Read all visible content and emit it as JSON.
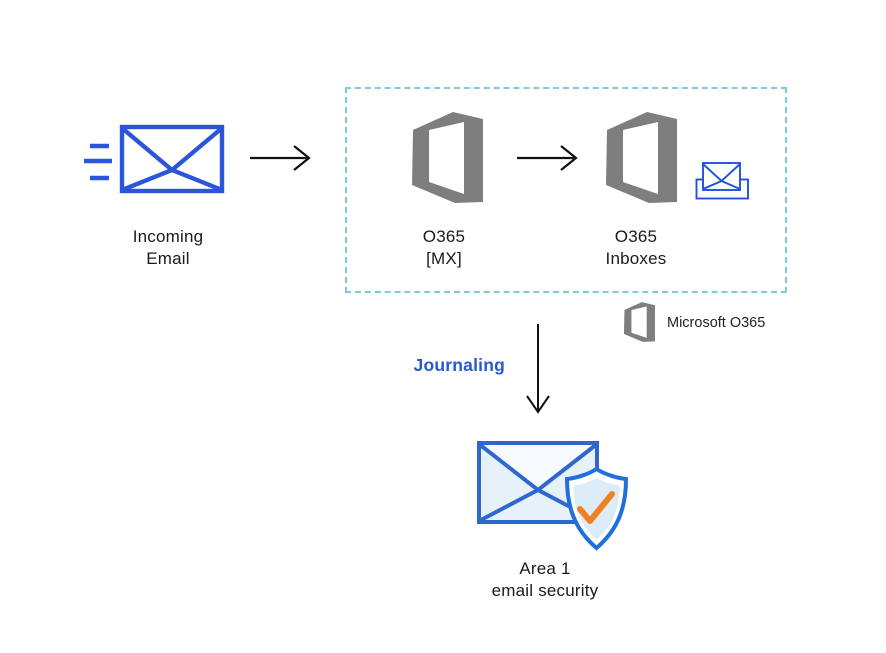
{
  "diagram": {
    "nodes": {
      "incoming_email": {
        "label": "Incoming\nEmail"
      },
      "o365_mx": {
        "label": "O365\n[MX]"
      },
      "o365_inboxes": {
        "label": "O365\nInboxes"
      },
      "area1": {
        "label": "Area 1\nemail security"
      }
    },
    "flow": {
      "journaling_label": "Journaling"
    },
    "legend": {
      "microsoft_o365_label": "Microsoft O365"
    },
    "icons": {
      "incoming_email": "envelope-with-speed-lines",
      "o365": "office-365-logo",
      "inbox": "envelope-in-tray",
      "area1": "envelope-with-shield-check",
      "arrows": "open-chevron-arrows"
    },
    "colors": {
      "primary_blue": "#2b55db",
      "journaling_blue": "#2857d4",
      "office_gray": "#7e7e7e",
      "boundary_dash_teal": "#7ccbdb",
      "shield_border_blue": "#1f6fde",
      "check_orange": "#f08120",
      "envelope_fill_light": "#e7f1fa",
      "text_black": "#1a1a1a",
      "arrow_black": "#111111"
    }
  }
}
